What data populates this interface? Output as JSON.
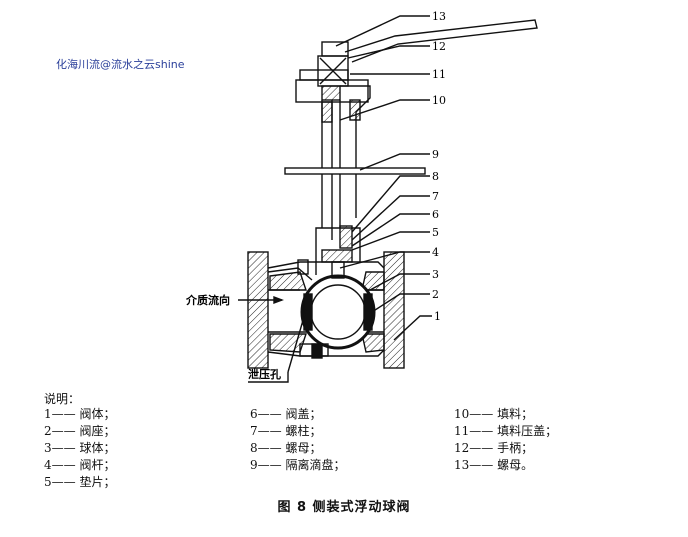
{
  "watermark": "化海川流@流水之云shine",
  "drawing": {
    "callouts": [
      "13",
      "12",
      "11",
      "10",
      "9",
      "8",
      "7",
      "6",
      "5",
      "4",
      "3",
      "2",
      "1"
    ],
    "flow_label": "介质流向",
    "relief_hole_label": "泄压孔"
  },
  "legend": {
    "heading": "说明：",
    "col1": [
      "1—— 阀体；",
      "2—— 阀座；",
      "3—— 球体；",
      "4—— 阀杆；",
      "5—— 垫片；"
    ],
    "col2": [
      "6—— 阀盖；",
      "7—— 螺柱；",
      "8—— 螺母；",
      "9—— 隔离滴盘；"
    ],
    "col3": [
      "10—— 填料；",
      "11—— 填料压盖；",
      "12—— 手柄；",
      "13—— 螺母。"
    ]
  },
  "caption": "图 8   侧装式浮动球阀"
}
